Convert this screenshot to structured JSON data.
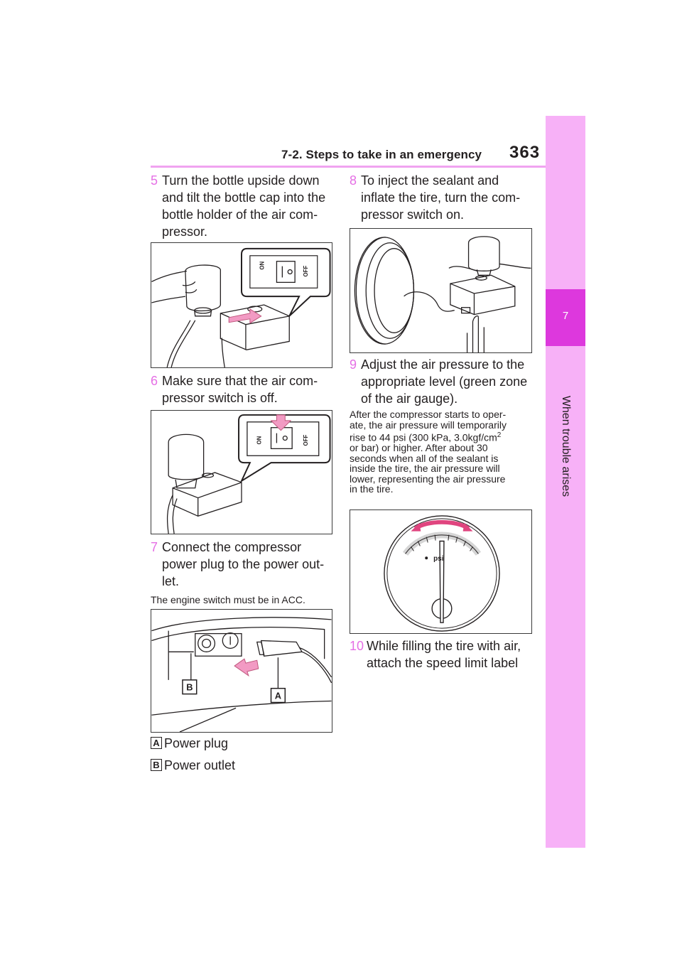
{
  "header": {
    "section_title": "7-2. Steps to take in an emergency",
    "page_number": "363"
  },
  "side_tab": {
    "chapter_number": "7",
    "chapter_title": "When trouble arises"
  },
  "steps": {
    "s5": {
      "num": "5",
      "lines": [
        "Turn the bottle upside down",
        "and tilt the bottle cap into the",
        "bottle holder of the air com-",
        "pressor."
      ]
    },
    "s6": {
      "num": "6",
      "lines": [
        "Make sure that the air com-",
        "pressor switch is off."
      ]
    },
    "s7": {
      "num": "7",
      "lines": [
        "Connect the compressor",
        "power plug to the power out-",
        "let."
      ]
    },
    "s7_note": "The engine switch must be in ACC.",
    "s8": {
      "num": "8",
      "lines": [
        "To inject the sealant and",
        "inflate the tire, turn the com-",
        "pressor switch on."
      ]
    },
    "s9": {
      "num": "9",
      "lines": [
        "Adjust the air pressure to the",
        "appropriate level (green zone",
        "of the air gauge)."
      ]
    },
    "s9_note": {
      "l1": "After the compressor starts to oper-",
      "l2": "ate, the air pressure will temporarily",
      "l3a": "rise to 44 psi (300 kPa, 3.0kgf/cm",
      "l3sup": "2",
      "l4": "or bar) or higher. After about 30",
      "l5": "seconds when all of the sealant is",
      "l6": "inside the tire, the air pressure will",
      "l7": "lower, representing the air pressure",
      "l8": "in the tire."
    },
    "s10": {
      "num": "10",
      "lines": [
        "While filling the tire with air,",
        "attach the speed limit label"
      ]
    }
  },
  "figures": {
    "switch_on": "ON",
    "switch_off": "OFF",
    "gauge_unit": "psi",
    "callout_a": "A",
    "callout_b": "B"
  },
  "legend": [
    {
      "key": "A",
      "label": "Power plug"
    },
    {
      "key": "B",
      "label": "Power outlet"
    }
  ]
}
